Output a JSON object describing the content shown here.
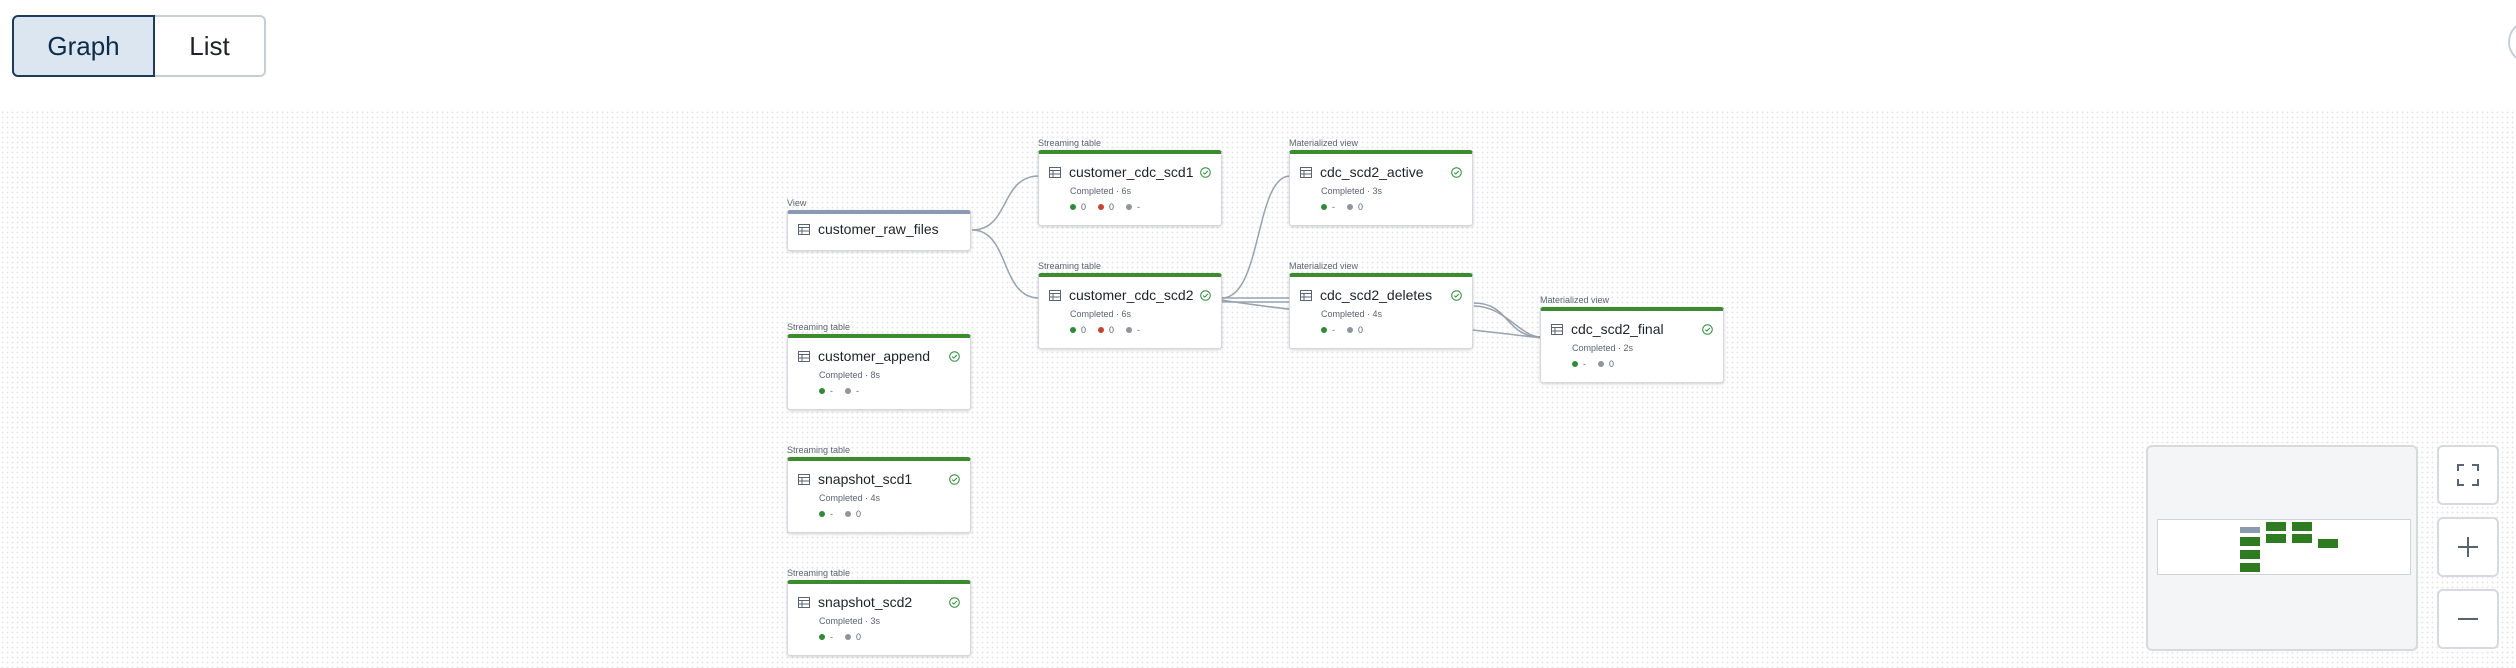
{
  "view_toggle": {
    "graph_label": "Graph",
    "list_label": "List",
    "active": "Graph"
  },
  "colors": {
    "streaming_accent": "#3c8c2f",
    "view_accent": "#8a9bb0",
    "edge": "#98a3ae",
    "active_toggle_bg": "#dbe6f1"
  },
  "nodes": [
    {
      "id": "customer_raw_files",
      "type": "View",
      "name": "customer_raw_files"
    },
    {
      "id": "customer_append",
      "type": "Streaming table",
      "name": "customer_append",
      "status": "Completed · 8s",
      "metrics": [
        {
          "color": "green",
          "value": "-"
        },
        {
          "color": "gray",
          "value": "-"
        }
      ]
    },
    {
      "id": "snapshot_scd1",
      "type": "Streaming table",
      "name": "snapshot_scd1",
      "status": "Completed · 4s",
      "metrics": [
        {
          "color": "green",
          "value": "-"
        },
        {
          "color": "gray",
          "value": "0"
        }
      ]
    },
    {
      "id": "snapshot_scd2",
      "type": "Streaming table",
      "name": "snapshot_scd2",
      "status": "Completed · 3s",
      "metrics": [
        {
          "color": "green",
          "value": "-"
        },
        {
          "color": "gray",
          "value": "0"
        }
      ]
    },
    {
      "id": "customer_cdc_scd1",
      "type": "Streaming table",
      "name": "customer_cdc_scd1",
      "status": "Completed · 6s",
      "metrics": [
        {
          "color": "green",
          "value": "0"
        },
        {
          "color": "red",
          "value": "0"
        },
        {
          "color": "gray",
          "value": "-"
        }
      ]
    },
    {
      "id": "customer_cdc_scd2",
      "type": "Streaming table",
      "name": "customer_cdc_scd2",
      "status": "Completed · 6s",
      "metrics": [
        {
          "color": "green",
          "value": "0"
        },
        {
          "color": "red",
          "value": "0"
        },
        {
          "color": "gray",
          "value": "-"
        }
      ]
    },
    {
      "id": "cdc_scd2_active",
      "type": "Materialized view",
      "name": "cdc_scd2_active",
      "status": "Completed · 3s",
      "metrics": [
        {
          "color": "green",
          "value": "-"
        },
        {
          "color": "gray",
          "value": "0"
        }
      ]
    },
    {
      "id": "cdc_scd2_deletes",
      "type": "Materialized view",
      "name": "cdc_scd2_deletes",
      "status": "Completed · 4s",
      "metrics": [
        {
          "color": "green",
          "value": "-"
        },
        {
          "color": "gray",
          "value": "0"
        }
      ]
    },
    {
      "id": "cdc_scd2_final",
      "type": "Materialized view",
      "name": "cdc_scd2_final",
      "status": "Completed · 2s",
      "metrics": [
        {
          "color": "green",
          "value": "-"
        },
        {
          "color": "gray",
          "value": "0"
        }
      ]
    }
  ],
  "controls": {
    "fit_icon": "fullscreen-icon",
    "zoom_in_icon": "plus-icon",
    "zoom_out_icon": "minus-icon"
  }
}
